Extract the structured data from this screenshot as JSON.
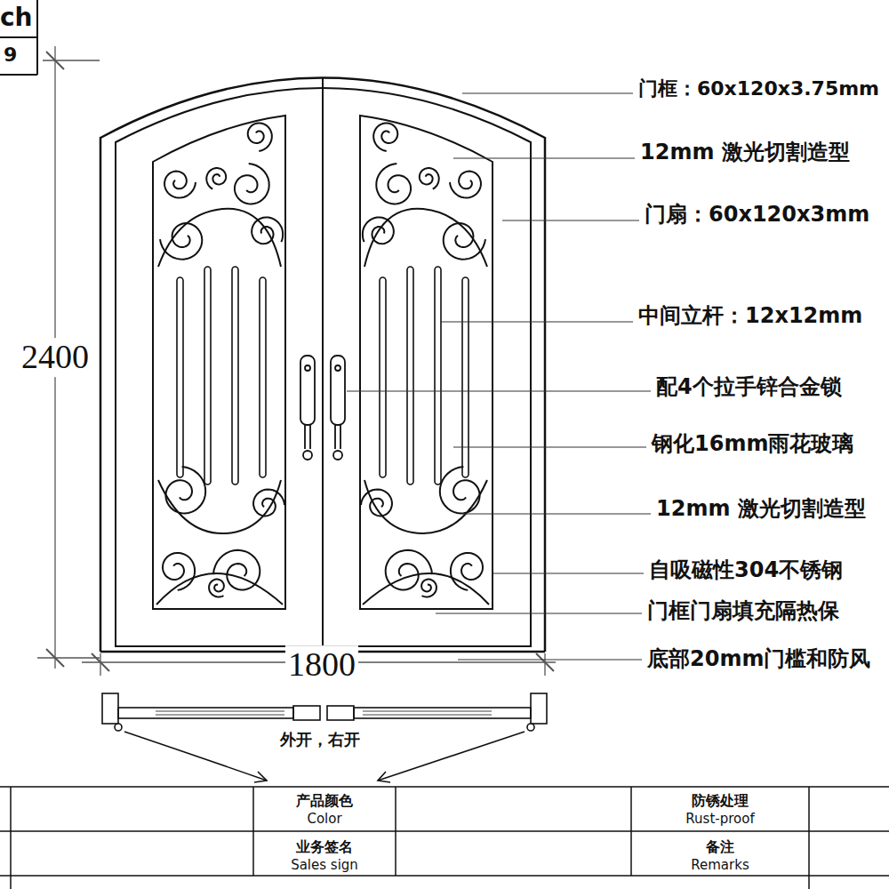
{
  "diagram": {
    "labels": [
      "ch",
      "9",
      "门框：60x120x3.75mm",
      "12mm 激光切割造型",
      "门扇：60x120x3mm",
      "中间立杆：12x12mm",
      "配4个拉手锌合金锁",
      "钢化16mm雨花玻璃",
      "12mm 激光切割造型",
      "自吸磁性304不锈钢",
      "门框门扇填充隔热保",
      "底部20mm门槛和防风",
      "2400",
      "1800",
      "外开，右开",
      "产品颜色",
      "Color",
      "防锈处理",
      "Rust-proof",
      "业务签名",
      "Sales sign",
      "备注",
      "Remarks"
    ]
  }
}
